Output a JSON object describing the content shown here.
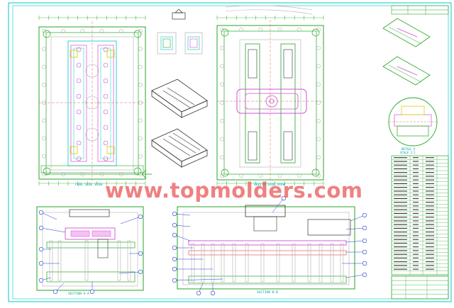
{
  "colors": {
    "outline": "#00c8c8",
    "plate_line": "#26a626",
    "component": "#b0b0b0",
    "ejector": "#d050d0",
    "annotation": "#1e3cc8",
    "marker": "#e0d000",
    "watermark": "#e85050"
  },
  "watermark": "www.topmolders.com",
  "views": {
    "core_side_label": "CORE SIDE VIEW",
    "cavity_side_label": "CAVITY SIDE VIEW",
    "section_a_label": "SECTION A-A",
    "section_b_label": "SECTION B-B",
    "detail_label_1": "DETAIL A",
    "detail_label_2": "SCALE 2:1"
  },
  "bom": {
    "rows": 32
  },
  "title_block": {
    "rows": 5
  }
}
